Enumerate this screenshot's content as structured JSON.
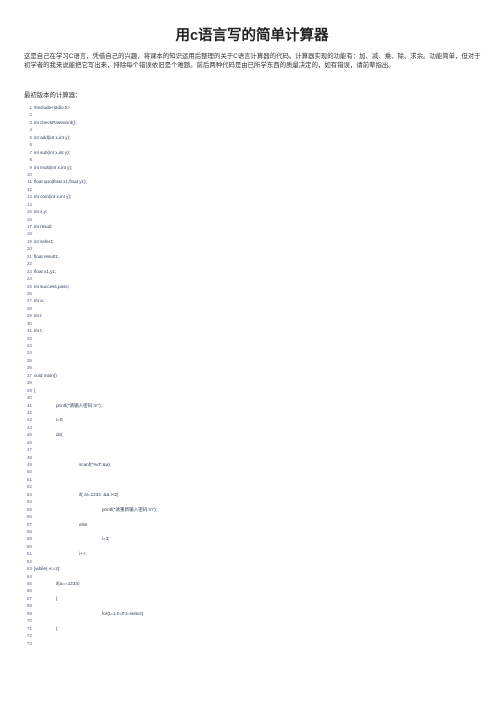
{
  "article": {
    "title": "用c语言写的简单计算器",
    "intro": "这是自己在学习C语言，凭借自己的兴趣，将课本的知识运用后整理的关于C语言计算器的代码。计算器实现的功能有：加、减、乘、除、求余。功能简单，但对于初学者的我来说能把它写出来，排除每个错误依旧是个难题。前后两种代码是由已所学东西的质量决定的，如有错误，请前辈指出。",
    "subhead": "最初版本的计算器："
  },
  "code": {
    "lines": [
      {
        "n": "1",
        "t": "#include<stdio.h>",
        "i": 0
      },
      {
        "n": "2",
        "t": "",
        "i": 0
      },
      {
        "n": "3",
        "t": "int checkPassword();",
        "i": 0
      },
      {
        "n": "4",
        "t": "",
        "i": 0
      },
      {
        "n": "5",
        "t": "int add(int x,int y);",
        "i": 0
      },
      {
        "n": "6",
        "t": "",
        "i": 0
      },
      {
        "n": "7",
        "t": "int sub(int x,int y);",
        "i": 0
      },
      {
        "n": "8",
        "t": "",
        "i": 0
      },
      {
        "n": "9",
        "t": "int multi(int x,int y);",
        "i": 0
      },
      {
        "n": "10",
        "t": "",
        "i": 0
      },
      {
        "n": "11",
        "t": "float quo(float x1,float y1);",
        "i": 0
      },
      {
        "n": "12",
        "t": "",
        "i": 0
      },
      {
        "n": "13",
        "t": "int com(int x,int y);",
        "i": 0
      },
      {
        "n": "14",
        "t": "",
        "i": 0
      },
      {
        "n": "15",
        "t": "int x,y;",
        "i": 0
      },
      {
        "n": "16",
        "t": "",
        "i": 0
      },
      {
        "n": "17",
        "t": "int result;",
        "i": 0
      },
      {
        "n": "18",
        "t": "",
        "i": 0
      },
      {
        "n": "19",
        "t": "int select;",
        "i": 0
      },
      {
        "n": "20",
        "t": "",
        "i": 0
      },
      {
        "n": "21",
        "t": "float result1;",
        "i": 0
      },
      {
        "n": "22",
        "t": "",
        "i": 0
      },
      {
        "n": "23",
        "t": "float x1,y1;",
        "i": 0
      },
      {
        "n": "24",
        "t": "",
        "i": 0
      },
      {
        "n": "25",
        "t": "int success,pass;",
        "i": 0
      },
      {
        "n": "26",
        "t": "",
        "i": 0
      },
      {
        "n": "27",
        "t": "int a;",
        "i": 0
      },
      {
        "n": "28",
        "t": "",
        "i": 0
      },
      {
        "n": "29",
        "t": "int i;",
        "i": 0
      },
      {
        "n": "30",
        "t": "",
        "i": 0
      },
      {
        "n": "31",
        "t": "int t;",
        "i": 0
      },
      {
        "n": "32",
        "t": "",
        "i": 0
      },
      {
        "n": "33",
        "t": "",
        "i": 0
      },
      {
        "n": "34",
        "t": "",
        "i": 0
      },
      {
        "n": "35",
        "t": "",
        "i": 0
      },
      {
        "n": "36",
        "t": "",
        "i": 0
      },
      {
        "n": "37",
        "t": "void main()",
        "i": 0
      },
      {
        "n": "38",
        "t": "",
        "i": 0
      },
      {
        "n": "39",
        "t": "{",
        "i": 0
      },
      {
        "n": "40",
        "t": "",
        "i": 0
      },
      {
        "n": "41",
        "t": "printf(\"请输入密码:\\n\");",
        "i": 1
      },
      {
        "n": "42",
        "t": "",
        "i": 0
      },
      {
        "n": "43",
        "t": "i=0;",
        "i": 1
      },
      {
        "n": "44",
        "t": "",
        "i": 0
      },
      {
        "n": "45",
        "t": "do{",
        "i": 1
      },
      {
        "n": "46",
        "t": "",
        "i": 0
      },
      {
        "n": "47",
        "t": "",
        "i": 0
      },
      {
        "n": "48",
        "t": "",
        "i": 0
      },
      {
        "n": "49",
        "t": "scanf(\"%d\",&a);",
        "i": 2
      },
      {
        "n": "50",
        "t": "",
        "i": 0
      },
      {
        "n": "51",
        "t": "",
        "i": 0
      },
      {
        "n": "52",
        "t": "",
        "i": 0
      },
      {
        "n": "53",
        "t": "if( a!=1234  && i<2)",
        "i": 2
      },
      {
        "n": "54",
        "t": "",
        "i": 0
      },
      {
        "n": "55",
        "t": "printf(\"请重新输入密码:\\n\");",
        "i": 3
      },
      {
        "n": "56",
        "t": "",
        "i": 0
      },
      {
        "n": "57",
        "t": "else",
        "i": 2
      },
      {
        "n": "58",
        "t": "",
        "i": 0
      },
      {
        "n": "59",
        "t": "i=3;",
        "i": 3
      },
      {
        "n": "60",
        "t": "",
        "i": 0
      },
      {
        "n": "61",
        "t": "i++;",
        "i": 2
      },
      {
        "n": "62",
        "t": "",
        "i": 0
      },
      {
        "n": "63",
        "t": "}while( i<=2);",
        "i": 0
      },
      {
        "n": "64",
        "t": "",
        "i": 0
      },
      {
        "n": "65",
        "t": "if(a==1234)",
        "i": 1
      },
      {
        "n": "66",
        "t": "",
        "i": 0
      },
      {
        "n": "67",
        "t": "{",
        "i": 1
      },
      {
        "n": "68",
        "t": "",
        "i": 0
      },
      {
        "n": "69",
        "t": "for(t=1;t!=0;t=select)",
        "i": 3
      },
      {
        "n": "70",
        "t": "",
        "i": 0
      },
      {
        "n": "71",
        "t": "{",
        "i": 1
      },
      {
        "n": "72",
        "t": "",
        "i": 0
      },
      {
        "n": "73",
        "t": "",
        "i": 0
      }
    ]
  }
}
